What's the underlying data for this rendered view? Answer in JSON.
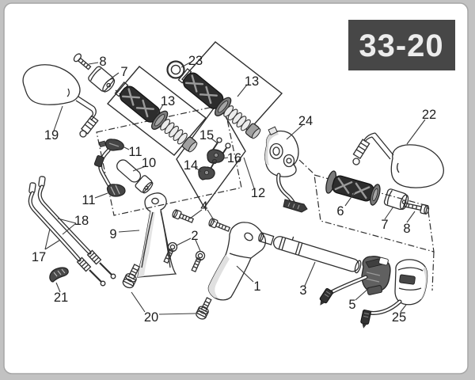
{
  "page": {
    "code": "33-20",
    "colors": {
      "canvas": "#c2c2c2",
      "panel": "#ffffff",
      "panel_border": "#a6a6a6",
      "code_bg": "#474747",
      "code_fg": "#ededed",
      "line": "#2e2e2e",
      "grip_dark": "#2d2d2d",
      "switch_mid_grey": "#606060",
      "metal_light": "#f6f6f6"
    }
  },
  "labels": {
    "p1": "1",
    "p2": "2",
    "p3": "3",
    "p4": "4",
    "p5": "5",
    "p6": "6",
    "p7": "7",
    "p8": "8",
    "p9": "9",
    "p10": "10",
    "p11": "11",
    "p12": "12",
    "p13": "13",
    "p14": "14",
    "p15": "15",
    "p16": "16",
    "p17": "17",
    "p18": "18",
    "p19": "19",
    "p20": "20",
    "p21": "21",
    "p22": "22",
    "p23": "23",
    "p24": "24",
    "p25": "25"
  }
}
